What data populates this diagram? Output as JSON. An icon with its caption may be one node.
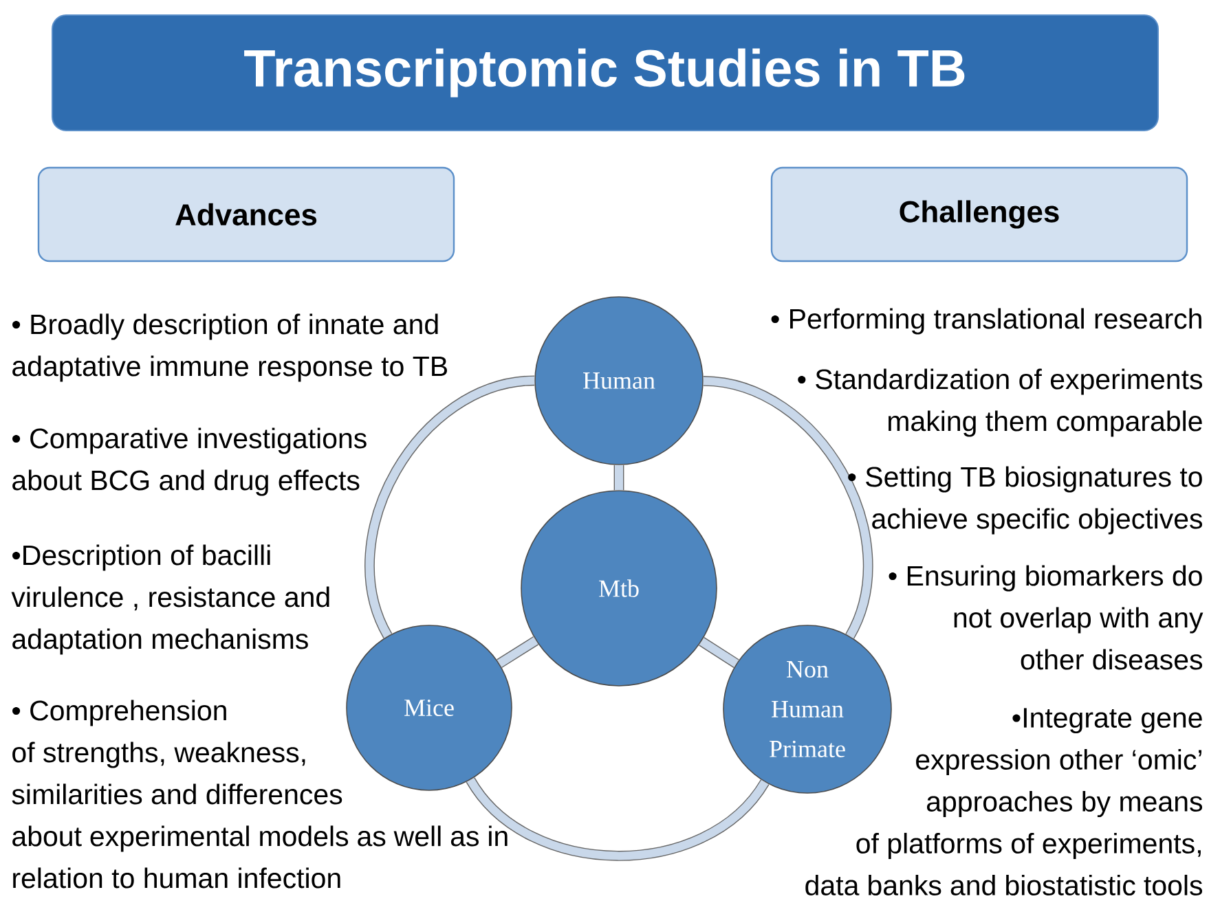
{
  "diagram": {
    "title": "Transcriptomic Studies in TB",
    "nodes": [
      {
        "text": [
          "Advances"
        ]
      },
      {
        "text": [
          "Challenges"
        ]
      },
      {
        "text": [
          "Human"
        ]
      },
      {
        "text": [
          "Mtb"
        ]
      },
      {
        "text": [
          "Mice"
        ]
      },
      {
        "text": [
          "Non Human Primate"
        ]
      }
    ],
    "edges": [
      {
        "from": 3,
        "to": 2,
        "arrow": "none"
      },
      {
        "from": 3,
        "to": 4,
        "arrow": "none"
      },
      {
        "from": 3,
        "to": 5,
        "arrow": "none"
      },
      {
        "from": 2,
        "to": 5,
        "arrow": "none"
      },
      {
        "from": 5,
        "to": 4,
        "arrow": "none"
      },
      {
        "from": 4,
        "to": 2,
        "arrow": "none"
      }
    ],
    "labels": [
      "• Broadly description of innate and adaptative immune response to TB",
      "• Performing translational research",
      "• Standardization of experiments making them comparable",
      "• Comparative investigations about BCG and drug effects",
      "• Setting TB biosignatures to achieve specific objectives",
      "•Description of bacilli virulence , resistance and adaptation mechanisms",
      "• Ensuring biomarkers do not overlap with any other diseases",
      "• Comprehension of strengths, weakness, similarities and differences about experimental models  as well as in relation to human infection",
      "•Integrate  gene expression other ‘omic’ approaches by means of platforms of experiments, data banks and biostatistic tools"
    ]
  }
}
